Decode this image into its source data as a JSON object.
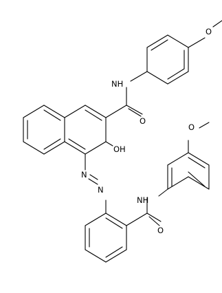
{
  "figure": {
    "kind": "chemical-structure",
    "background": "#ffffff",
    "line_color": "#000000"
  },
  "labels": {
    "amide_nh_upper": "NH",
    "amide_o_upper": "O",
    "methoxy_o_upper": "O",
    "hydroxyl": "OH",
    "azo_n_upper": "N",
    "azo_n_lower": "N",
    "amide_nh_lower": "NH",
    "amide_o_lower": "O",
    "methoxy_o_lower": "O"
  }
}
